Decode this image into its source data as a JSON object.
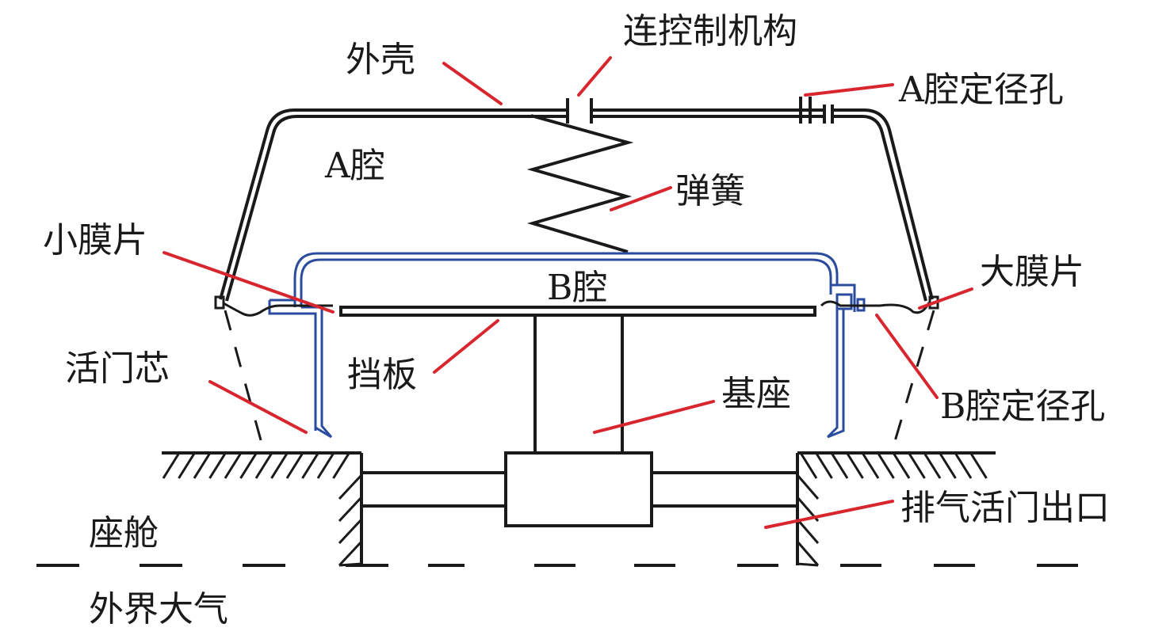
{
  "title": "Exhaust valve structure diagram",
  "colors": {
    "line": "#1a1a1a",
    "valve_core": "#2b4c9e",
    "leader": "#d8262e",
    "background": "#ffffff"
  },
  "labels": {
    "shell": "外壳",
    "control_link": "连控制机构",
    "a_orifice": "A腔定径孔",
    "a_chamber": "A腔",
    "spring": "弹簧",
    "small_diaphragm": "小膜片",
    "b_chamber": "B腔",
    "large_diaphragm": "大膜片",
    "valve_core": "活门芯",
    "baffle": "挡板",
    "base": "基座",
    "b_orifice": "B腔定径孔",
    "outlet": "排气活门出口",
    "cabin": "座舱",
    "atmosphere": "外界大气"
  }
}
